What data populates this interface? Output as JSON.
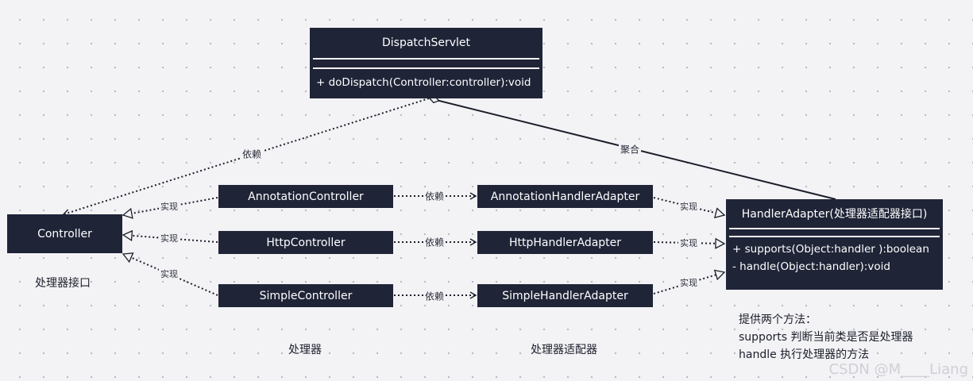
{
  "dispatch_servlet": {
    "name": "DispatchServlet",
    "method": "+ doDispatch(Controller:controller):void"
  },
  "controller": {
    "name": "Controller",
    "caption": "处理器接口"
  },
  "controllers": [
    {
      "name": "AnnotationController"
    },
    {
      "name": "HttpController"
    },
    {
      "name": "SimpleController"
    }
  ],
  "adapters": [
    {
      "name": "AnnotationHandlerAdapter"
    },
    {
      "name": "HttpHandlerAdapter"
    },
    {
      "name": "SimpleHandlerAdapter"
    }
  ],
  "handler_adapter": {
    "name": "HandlerAdapter(处理器适配器接口)",
    "methods": [
      "+ supports(Object:handler ):boolean",
      "- handle(Object:handler):void"
    ]
  },
  "edge_labels": {
    "dependency": "依赖",
    "implements": "实现",
    "aggregation": "聚合"
  },
  "captions": {
    "handlers": "处理器",
    "adapters": "处理器适配器"
  },
  "notes": [
    "提供两个方法：",
    "supports 判断当前类是否是处理器",
    "handle 执行处理器的方法"
  ],
  "watermark": "CSDN @M____Liang"
}
